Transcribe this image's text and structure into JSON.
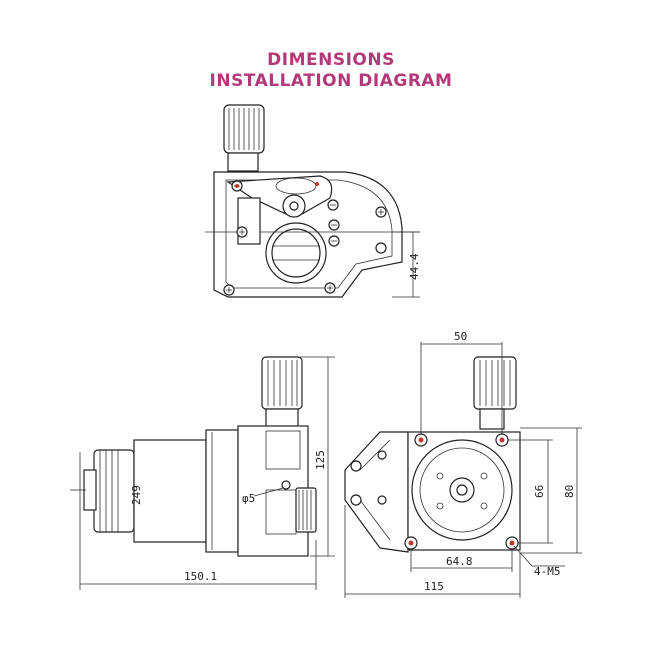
{
  "header": {
    "line1": "DIMENSIONS",
    "line2": "INSTALLATION DIAGRAM",
    "color": "#b33a78"
  },
  "dimensions": {
    "top_height": "44.4",
    "side_motor": "249",
    "side_hole": "φ5",
    "side_height": "125",
    "side_length": "150.1",
    "front_top": "50",
    "front_height_inner": "66",
    "front_height_outer": "80",
    "front_bottom_inner": "64.8",
    "front_bottom_outer": "115",
    "front_screws": "4-M5"
  },
  "colors": {
    "line": "#222222",
    "screw_accent": "#c0392b"
  }
}
